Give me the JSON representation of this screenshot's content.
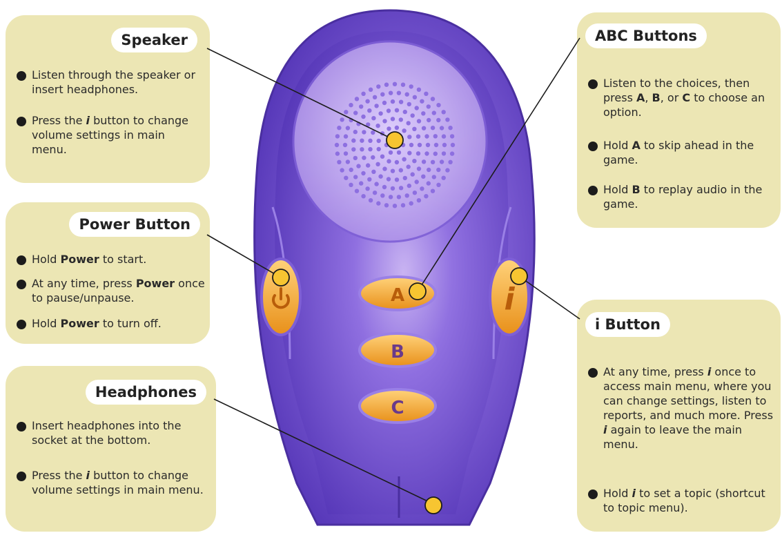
{
  "speaker": {
    "title": "Speaker",
    "items": [
      {
        "parts": [
          {
            "t": "Listen through the speaker or insert headphones."
          }
        ]
      },
      {
        "parts": [
          {
            "t": "Press the "
          },
          {
            "t": "i",
            "style": "bi"
          },
          {
            "t": " button to change volume settings in main menu."
          }
        ]
      }
    ]
  },
  "power": {
    "title": "Power Button",
    "items": [
      {
        "parts": [
          {
            "t": "Hold "
          },
          {
            "t": "Power",
            "style": "b"
          },
          {
            "t": " to start."
          }
        ]
      },
      {
        "parts": [
          {
            "t": "At any time, press "
          },
          {
            "t": "Power",
            "style": "b"
          },
          {
            "t": " once to pause/unpause."
          }
        ]
      },
      {
        "parts": [
          {
            "t": "Hold "
          },
          {
            "t": "Power",
            "style": "b"
          },
          {
            "t": " to turn off."
          }
        ]
      }
    ]
  },
  "headphones": {
    "title": "Headphones",
    "items": [
      {
        "parts": [
          {
            "t": "Insert headphones into the socket at the bottom."
          }
        ]
      },
      {
        "parts": [
          {
            "t": "Press the "
          },
          {
            "t": "i",
            "style": "bi"
          },
          {
            "t": " button to change volume settings in main menu."
          }
        ]
      }
    ]
  },
  "abc": {
    "title": "ABC Buttons",
    "items": [
      {
        "parts": [
          {
            "t": "Listen to the choices, then press "
          },
          {
            "t": "A",
            "style": "b"
          },
          {
            "t": ", "
          },
          {
            "t": "B",
            "style": "b"
          },
          {
            "t": ", or "
          },
          {
            "t": "C",
            "style": "b"
          },
          {
            "t": " to choose an option."
          }
        ]
      },
      {
        "parts": [
          {
            "t": "Hold "
          },
          {
            "t": "A",
            "style": "b"
          },
          {
            "t": " to skip ahead in the game."
          }
        ]
      },
      {
        "parts": [
          {
            "t": "Hold "
          },
          {
            "t": "B",
            "style": "b"
          },
          {
            "t": " to replay audio in the game."
          }
        ]
      }
    ]
  },
  "ibutton": {
    "title": "i Button",
    "items": [
      {
        "parts": [
          {
            "t": "At any time, press "
          },
          {
            "t": "i",
            "style": "bi"
          },
          {
            "t": " once to access main menu, where you can change settings, listen to reports, and much more. Press "
          },
          {
            "t": "i",
            "style": "bi"
          },
          {
            "t": " again to leave the main menu."
          }
        ]
      },
      {
        "parts": [
          {
            "t": "Hold "
          },
          {
            "t": "i",
            "style": "bi"
          },
          {
            "t": " to set a topic (shortcut to topic menu)."
          }
        ]
      }
    ]
  },
  "device": {
    "button_a": "A",
    "button_b": "B",
    "button_c": "C",
    "button_i": "i",
    "power_icon": "power-icon"
  },
  "colors": {
    "panel": "#ece6b4",
    "device_purple": "#6a4fc8",
    "button_orange": "#f5a623",
    "marker_yellow": "#f7c531"
  }
}
